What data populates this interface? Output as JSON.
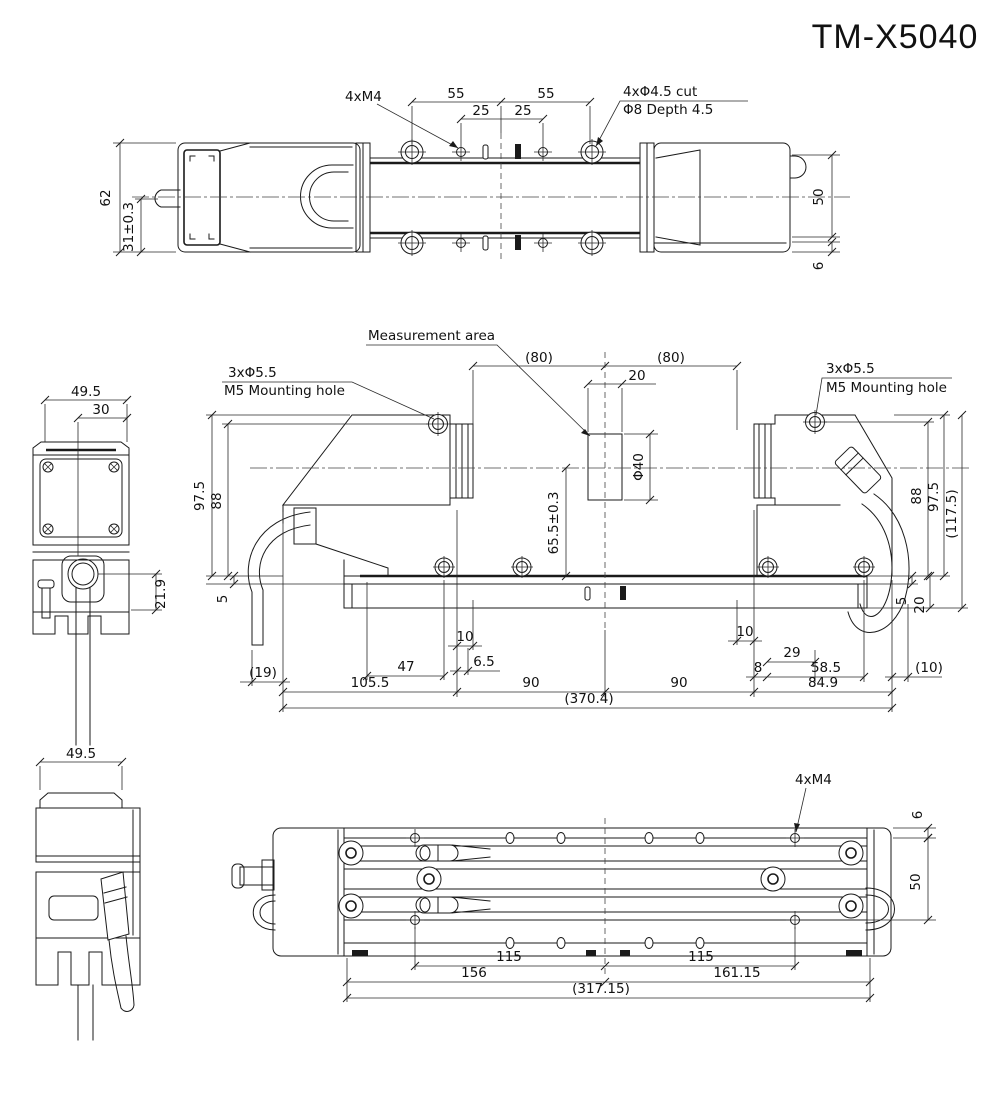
{
  "title": "TM-X5040",
  "top_view": {
    "callouts": {
      "m4": "4xM4",
      "cbore1": "4xΦ4.5 cut",
      "cbore2": "Φ8 Depth 4.5"
    },
    "dims": {
      "w55a": "55",
      "w55b": "55",
      "w25a": "25",
      "w25b": "25",
      "h62": "62",
      "h31": "31±0.3",
      "h50": "50",
      "h6": "6"
    }
  },
  "front_view": {
    "callouts": {
      "measurement_area": "Measurement area",
      "mount_left1": "3xΦ5.5",
      "mount_left2": "M5 Mounting hole",
      "mount_right1": "3xΦ5.5",
      "mount_right2": "M5 Mounting hole"
    },
    "dims": {
      "w80a": "(80)",
      "w80b": "(80)",
      "w20": "20",
      "dia40": "Φ40",
      "h65_5": "65.5±0.3",
      "h97_5l": "97.5",
      "h88l": "88",
      "h5l": "5",
      "h97_5r": "97.5",
      "h88r": "88",
      "h117_5": "(117.5)",
      "h5r": "5",
      "h20r": "20",
      "w19": "(19)",
      "w47": "47",
      "w6_5": "6.5",
      "w10l": "10",
      "w105_5": "105.5",
      "w90a": "90",
      "w90b": "90",
      "w84_9": "84.9",
      "w370_4": "(370.4)",
      "w10r": "10",
      "w8": "8",
      "w29": "29",
      "w58_5": "58.5",
      "w10p": "(10)"
    }
  },
  "side_view_upper": {
    "dims": {
      "w49_5": "49.5",
      "w30": "30",
      "h21_9": "21.9"
    }
  },
  "side_view_lower": {
    "dims": {
      "w49_5": "49.5"
    }
  },
  "bottom_view": {
    "callouts": {
      "m4": "4xM4"
    },
    "dims": {
      "h6": "6",
      "h50": "50",
      "w115a": "115",
      "w115b": "115",
      "w156": "156",
      "w161_15": "161.15",
      "w317_15": "(317.15)"
    }
  }
}
